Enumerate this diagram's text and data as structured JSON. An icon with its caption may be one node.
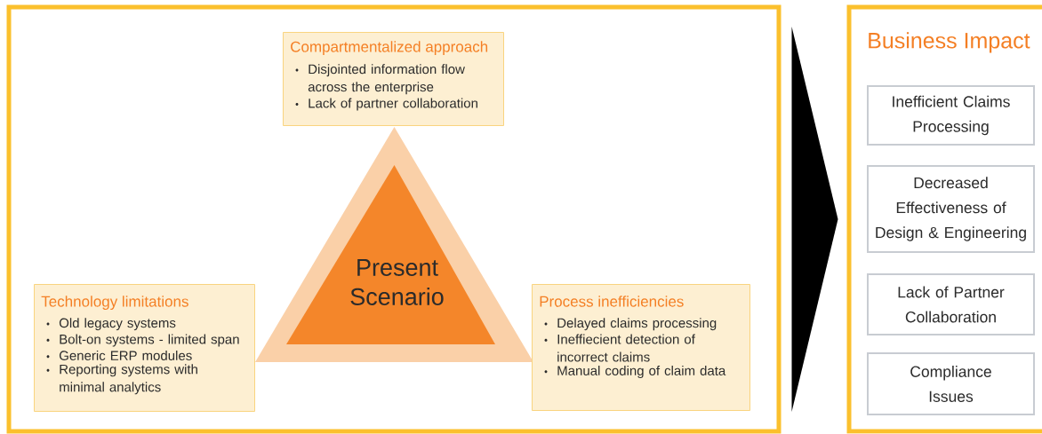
{
  "diagram": {
    "nodes": [
      {
        "text": [],
        "shape": "box"
      },
      {
        "text": [
          "Present Scenario"
        ],
        "in": 0
      },
      {
        "text": [
          "Compartmentalized approach",
          "Disjointed information flow across the enterprise",
          "Lack of partner collaboration"
        ],
        "in": 0
      },
      {
        "text": [
          "Technology limitations",
          "Old legacy systems",
          "Bolt-on systems - limited span",
          "Generic ERP modules",
          "Reporting systems with minimal analytics"
        ],
        "in": 0
      },
      {
        "text": [
          "Process inefficiencies",
          "Delayed claims processing",
          "Ineffiecient detection of incorrect claims",
          "Manual coding of claim data"
        ],
        "in": 0
      },
      {
        "text": [
          "Business Impact"
        ]
      },
      {
        "text": [
          "Inefficient Claims Processing"
        ],
        "in": 5
      },
      {
        "text": [
          "Decreased Effectiveness of Design & Engineering"
        ],
        "in": 5
      },
      {
        "text": [
          "Lack of Partner Collaboration"
        ],
        "in": 5
      },
      {
        "text": [
          "Compliance Issues"
        ],
        "in": 5
      }
    ],
    "edges": [
      {
        "from": 0,
        "to": 5,
        "arrow": "to"
      }
    ]
  }
}
